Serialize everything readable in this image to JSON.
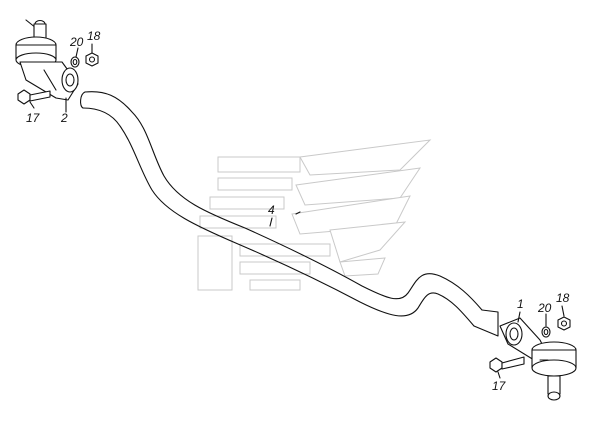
{
  "diagram": {
    "callouts": {
      "left_18": "18",
      "left_20": "20",
      "left_17": "17",
      "left_2": "2",
      "center_4": "4",
      "right_1": "1",
      "right_20": "20",
      "right_18": "18",
      "right_17": "17"
    },
    "colors": {
      "line": "#111111",
      "watermark": "#c9c9c9",
      "background": "#ffffff"
    }
  }
}
